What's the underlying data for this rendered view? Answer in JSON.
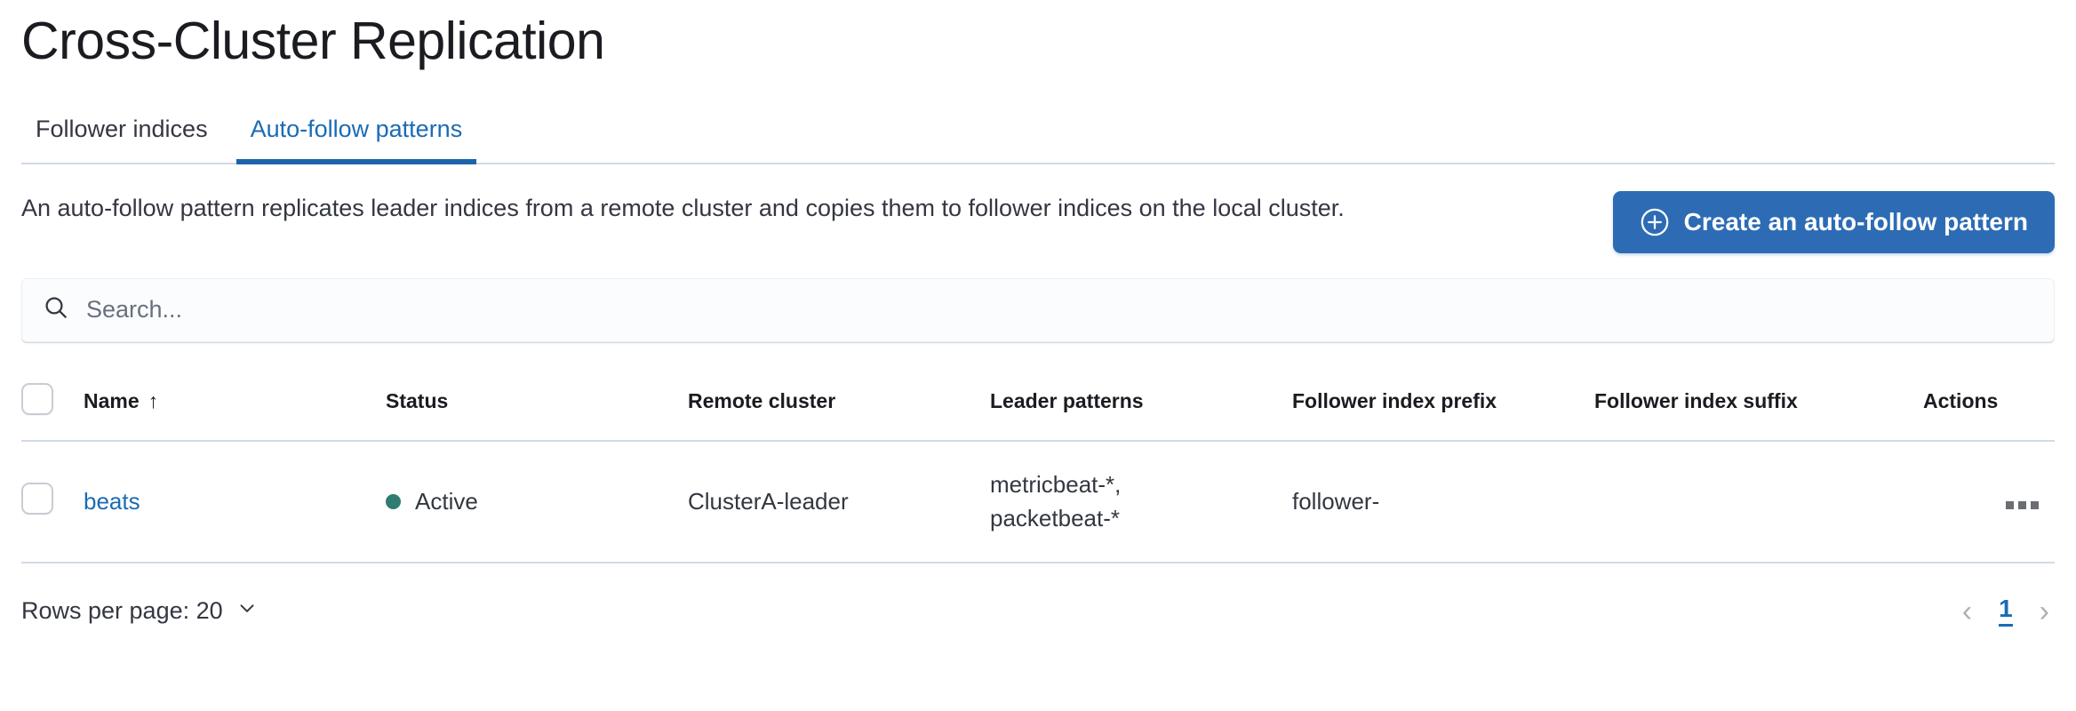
{
  "page": {
    "title": "Cross-Cluster Replication"
  },
  "tabs": [
    {
      "label": "Follower indices",
      "active": false
    },
    {
      "label": "Auto-follow patterns",
      "active": true
    }
  ],
  "description": {
    "text": "An auto-follow pattern replicates leader indices from a remote cluster and copies them to follower indices on the local cluster."
  },
  "create_button": {
    "label": "Create an auto-follow pattern",
    "icon": "plus-in-circle-icon",
    "color": "#2d6cb4"
  },
  "search": {
    "placeholder": "Search...",
    "value": "",
    "icon": "search-icon"
  },
  "table": {
    "columns": [
      {
        "key": "name",
        "label": "Name",
        "sorted": "asc",
        "sort_icon": "arrow-up-icon"
      },
      {
        "key": "status",
        "label": "Status"
      },
      {
        "key": "remote_cluster",
        "label": "Remote cluster"
      },
      {
        "key": "leader_patterns",
        "label": "Leader patterns"
      },
      {
        "key": "follower_index_prefix",
        "label": "Follower index prefix"
      },
      {
        "key": "follower_index_suffix",
        "label": "Follower index suffix"
      },
      {
        "key": "actions",
        "label": "Actions"
      }
    ],
    "rows": [
      {
        "selected": false,
        "name": "beats",
        "status": "Active",
        "status_color": "#2f7d70",
        "remote_cluster": "ClusterA-leader",
        "leader_patterns_line1": "metricbeat-*,",
        "leader_patterns_line2": "packetbeat-*",
        "follower_index_prefix": "follower-",
        "follower_index_suffix": "",
        "actions_icon": "more-actions-icon"
      }
    ]
  },
  "footer": {
    "rows_per_page_label": "Rows per page: 20",
    "rows_per_page_icon": "chevron-down-icon",
    "prev_icon": "chevron-left-icon",
    "next_icon": "chevron-right-icon",
    "current_page": "1"
  }
}
